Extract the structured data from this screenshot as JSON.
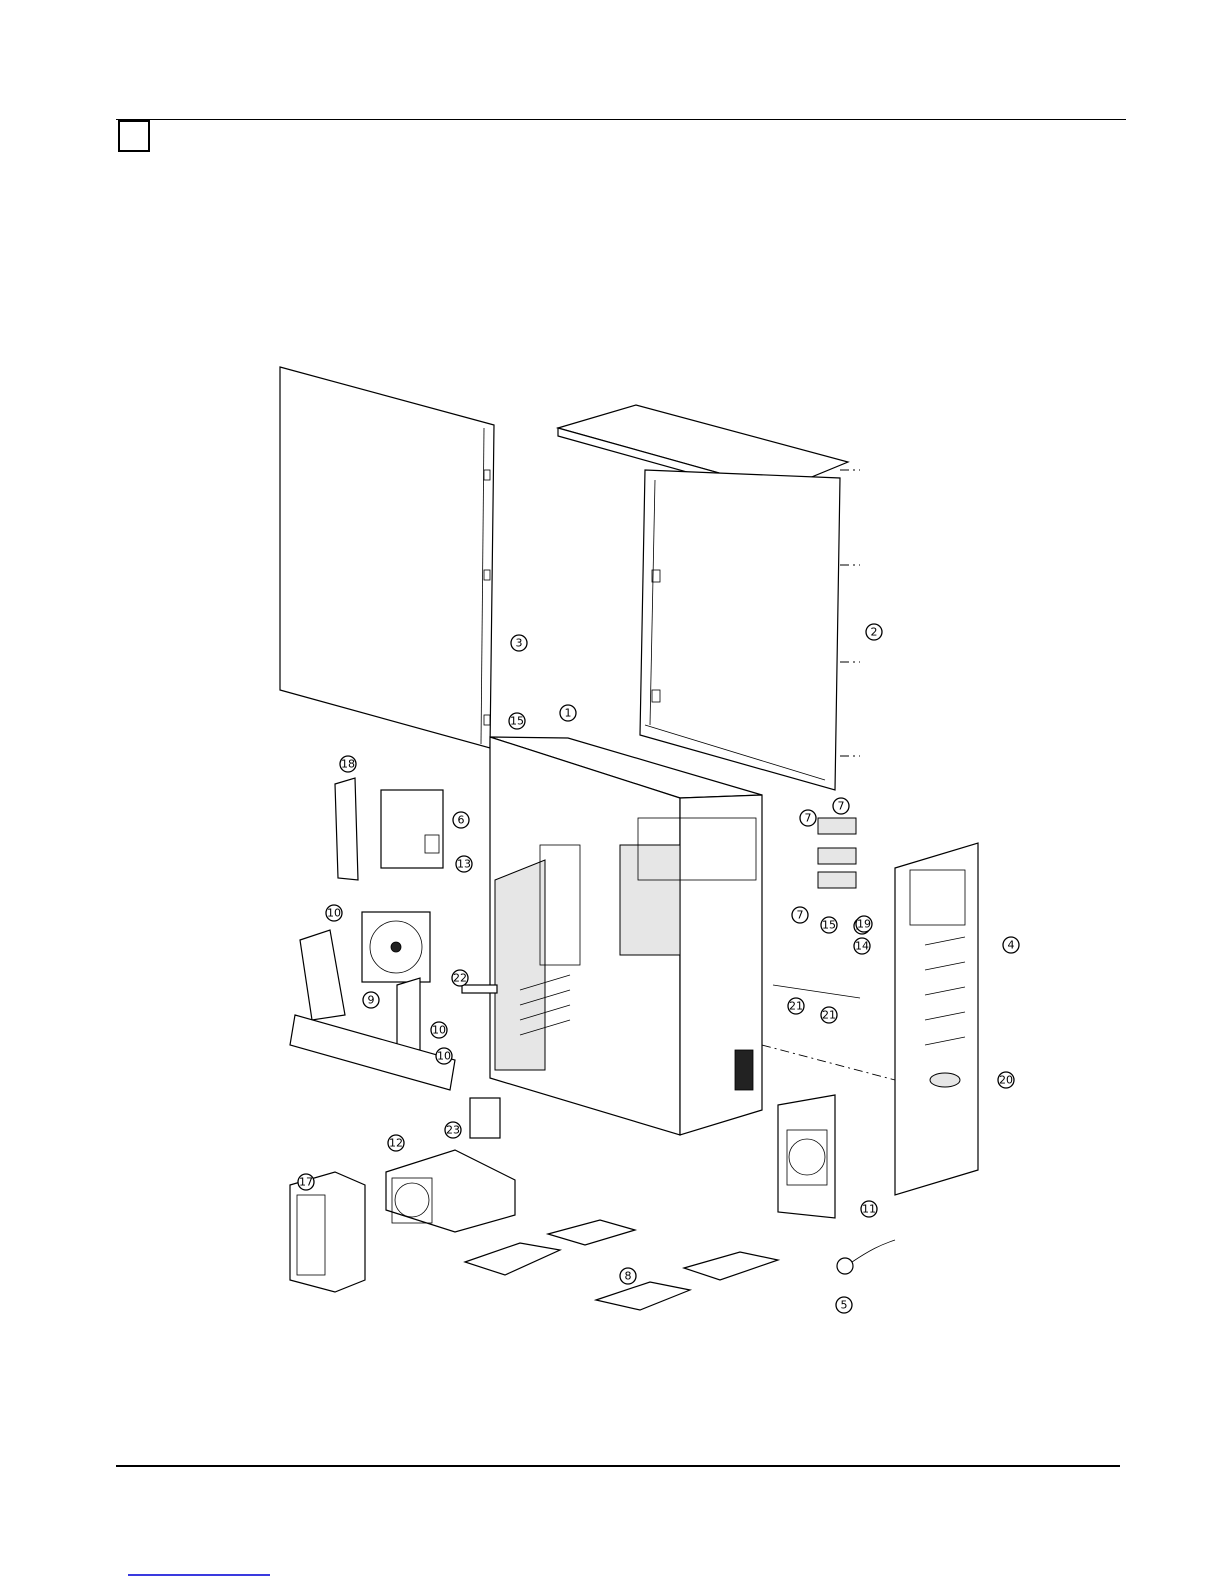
{
  "document": {
    "title": "",
    "figure_caption": ""
  },
  "callouts": [
    {
      "id": "1",
      "label": "1"
    },
    {
      "id": "2",
      "label": "2"
    },
    {
      "id": "3",
      "label": "3"
    },
    {
      "id": "4",
      "label": "4"
    },
    {
      "id": "5",
      "label": "5"
    },
    {
      "id": "6",
      "label": "6"
    },
    {
      "id": "7a",
      "label": "7"
    },
    {
      "id": "7b",
      "label": "7"
    },
    {
      "id": "7c",
      "label": "7"
    },
    {
      "id": "8",
      "label": "8"
    },
    {
      "id": "9",
      "label": "9"
    },
    {
      "id": "10a",
      "label": "10"
    },
    {
      "id": "10b",
      "label": "10"
    },
    {
      "id": "10c",
      "label": "10"
    },
    {
      "id": "11",
      "label": "11"
    },
    {
      "id": "12",
      "label": "12"
    },
    {
      "id": "13",
      "label": "13"
    },
    {
      "id": "14",
      "label": "14"
    },
    {
      "id": "15a",
      "label": "15"
    },
    {
      "id": "15b",
      "label": "15"
    },
    {
      "id": "16",
      "label": "16"
    },
    {
      "id": "17",
      "label": "17"
    },
    {
      "id": "18",
      "label": "18"
    },
    {
      "id": "19",
      "label": "19"
    },
    {
      "id": "20",
      "label": "20"
    },
    {
      "id": "21a",
      "label": "21"
    },
    {
      "id": "21b",
      "label": "21"
    },
    {
      "id": "22",
      "label": "22"
    },
    {
      "id": "23",
      "label": "23"
    }
  ]
}
